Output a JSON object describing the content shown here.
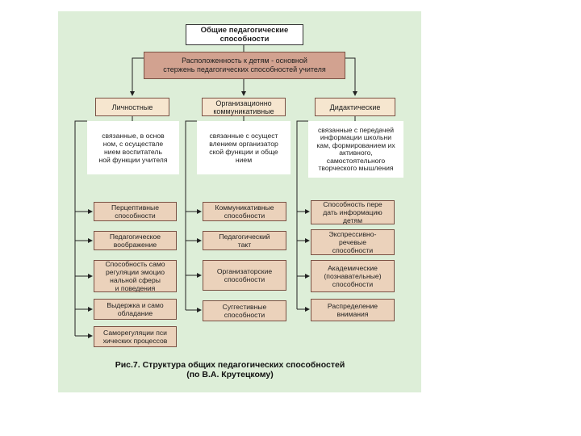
{
  "diagram": {
    "root_title": "Общие педагогические\nспособности",
    "core": "Расположенность к детям - основной\nстержень педагогических способностей учителя",
    "categories": [
      {
        "label": "Личностные",
        "description": "связанные, в основ\nном, с осуществле\nнием воспитатель\nной функции учителя",
        "items": [
          "Перцептивные\nспособности",
          "Педагогическое\nвоображение",
          "Способность само\nрегуляции эмоцио\nнальной сферы\nи поведения",
          "Выдержка и само\nобладание",
          "Саморегуляции пси\nхических процессов"
        ]
      },
      {
        "label": "Организационно\nкоммуникативные",
        "description": "связанные с осущест\nвлением организатор\nской функции и обще\nнием",
        "items": [
          "Коммуникативные\nспособности",
          "Педагогический\nтакт",
          "Организаторские\nспособности",
          "Суггестивные\nспособности"
        ]
      },
      {
        "label": "Дидактические",
        "description": "связанные с передачей\nинформации школьни\nкам, формированием их\nактивного,\nсамостоятельного\nтворческого мышления",
        "items": [
          "Способность пере\nдать информацию\nдетям",
          "Экспрессивно-\nречевые\nспособности",
          "Академические\n(познавательные)\nспособности",
          "Распределение\nвнимания"
        ]
      }
    ],
    "caption": "Рис.7. Структура общих педагогических способностей\n(по В.А. Крутецкому)"
  }
}
